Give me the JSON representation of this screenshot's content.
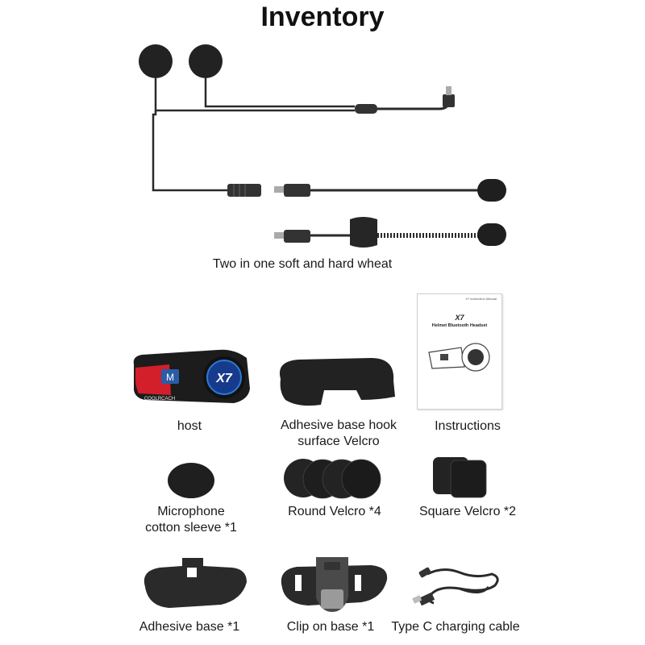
{
  "title": "Inventory",
  "headphone_caption": "Two in one soft and hard wheat",
  "items": {
    "host": {
      "caption": "host",
      "brand": "COOLRCACH",
      "button_letter": "M",
      "logo": "X7"
    },
    "adhesive_hook_velcro": {
      "caption_line1": "Adhesive base hook",
      "caption_line2": "surface Velcro"
    },
    "instructions": {
      "caption": "Instructions",
      "header_small": "X7 Instruction Manual",
      "model": "X7",
      "subtitle": "Helmet Bluetooth Headset"
    },
    "mic_sleeve": {
      "caption_line1": "Microphone",
      "caption_line2": "cotton sleeve *1"
    },
    "round_velcro": {
      "caption": "Round Velcro *4"
    },
    "square_velcro": {
      "caption": "Square Velcro *2"
    },
    "adhesive_base": {
      "caption": "Adhesive base *1"
    },
    "clip_base": {
      "caption": "Clip on base *1"
    },
    "type_c_cable": {
      "caption": "Type C charging cable"
    }
  },
  "colors": {
    "foam": "#222222",
    "cable": "#2a2a2a",
    "host_red": "#d21f2a",
    "host_blue": "#2a7bd8",
    "base_gray": "#6b6b6b"
  }
}
